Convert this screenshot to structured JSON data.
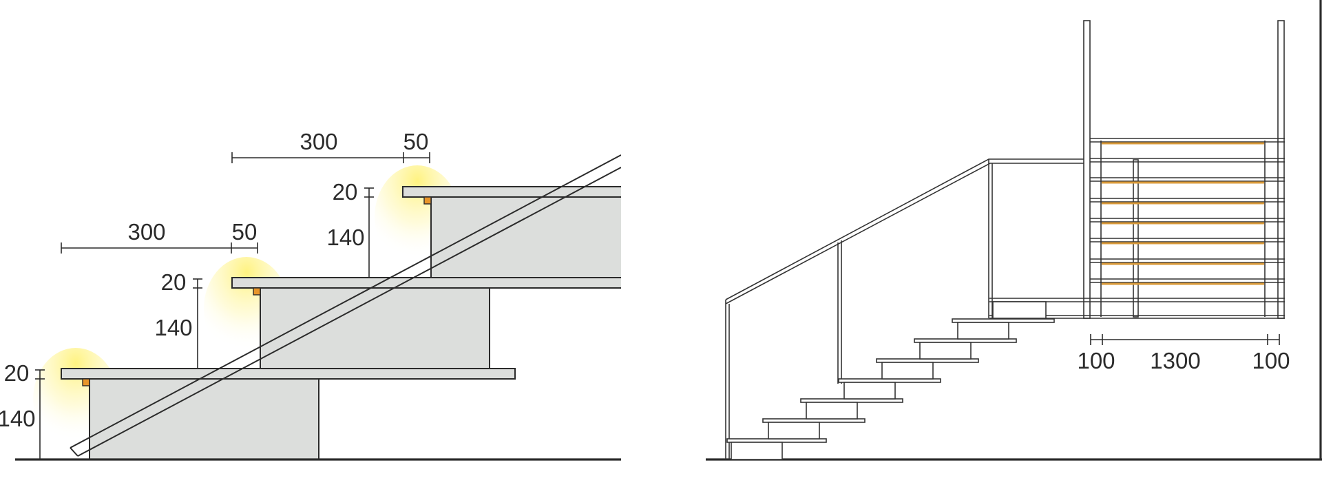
{
  "left_section": {
    "dimensions": {
      "top_run": "300",
      "top_nosing": "50",
      "mid_run": "300",
      "mid_nosing": "50",
      "top_tread_thickness": "20",
      "top_riser_height": "140",
      "mid_tread_thickness": "20",
      "mid_riser_height": "140",
      "low_tread_thickness": "20",
      "low_riser_height": "140"
    },
    "colors": {
      "step_fill": "#dcdedc",
      "led_strip": "#e8952a",
      "glow": "#fff27a",
      "line": "#2b2b2b"
    }
  },
  "right_section": {
    "dimensions": {
      "left_margin": "100",
      "width": "1300",
      "right_margin": "100"
    },
    "colors": {
      "wood_slat": "#d99a3a",
      "line": "#333333"
    }
  }
}
